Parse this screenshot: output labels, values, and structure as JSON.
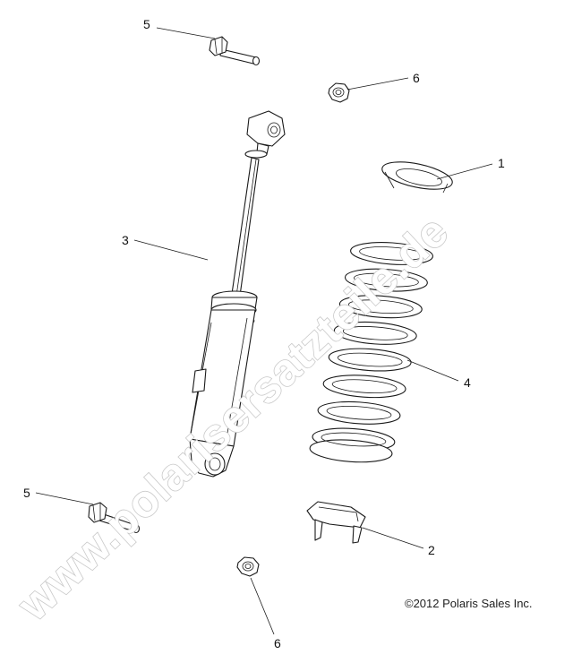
{
  "diagram": {
    "callouts": [
      {
        "id": "c5a",
        "label": "5"
      },
      {
        "id": "c6a",
        "label": "6"
      },
      {
        "id": "c1",
        "label": "1"
      },
      {
        "id": "c3",
        "label": "3"
      },
      {
        "id": "c4",
        "label": "4"
      },
      {
        "id": "c5b",
        "label": "5"
      },
      {
        "id": "c2",
        "label": "2"
      },
      {
        "id": "c6b",
        "label": "6"
      }
    ],
    "copyright": "©2012 Polaris Sales Inc.",
    "watermark": "www.polarisersatzteile.de"
  }
}
